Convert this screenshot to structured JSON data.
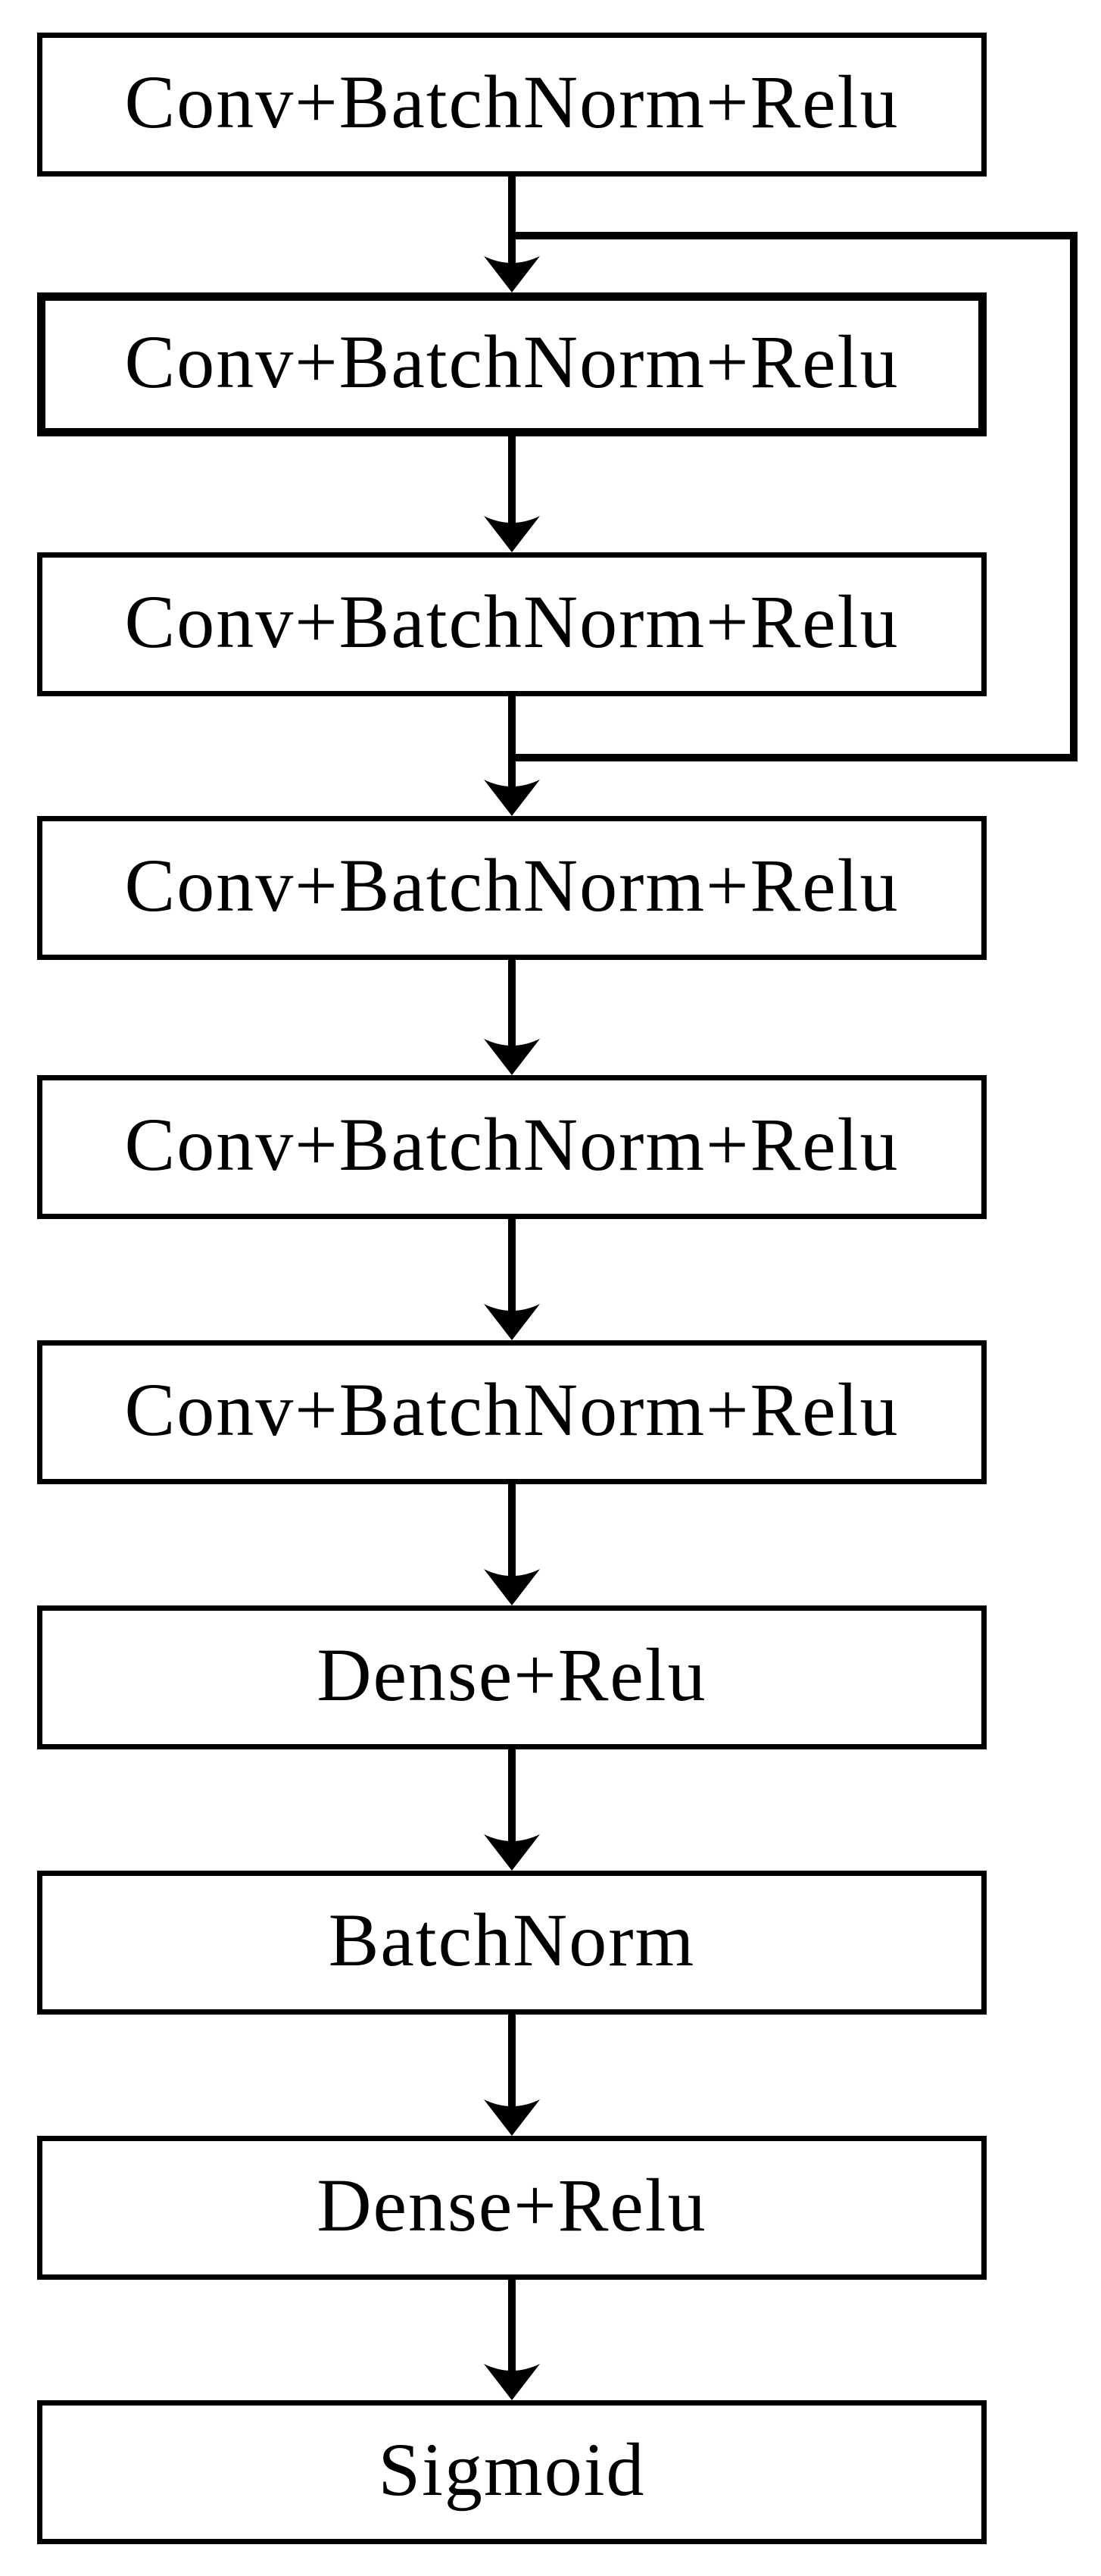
{
  "diagram": {
    "type": "flowchart",
    "background_color": "#ffffff",
    "line_color": "#000000",
    "text_color": "#000000",
    "nodes": [
      {
        "label": "Conv+BatchNorm+Relu",
        "emphasized_border": false
      },
      {
        "label": "Conv+BatchNorm+Relu",
        "emphasized_border": true
      },
      {
        "label": "Conv+BatchNorm+Relu",
        "emphasized_border": false
      },
      {
        "label": "Conv+BatchNorm+Relu",
        "emphasized_border": false
      },
      {
        "label": "Conv+BatchNorm+Relu",
        "emphasized_border": false
      },
      {
        "label": "Conv+BatchNorm+Relu",
        "emphasized_border": false
      },
      {
        "label": "Dense+Relu",
        "emphasized_border": false
      },
      {
        "label": "BatchNorm",
        "emphasized_border": false
      },
      {
        "label": "Dense+Relu",
        "emphasized_border": false
      },
      {
        "label": "Sigmoid",
        "emphasized_border": false
      }
    ],
    "connections": {
      "sequential_arrows": "downward arrow from each node to the next",
      "skip_connection": {
        "branches_from": "line between node 1 and node 2",
        "rejoins_at": "line between node 3 and node 4",
        "routed": "right side"
      }
    }
  }
}
